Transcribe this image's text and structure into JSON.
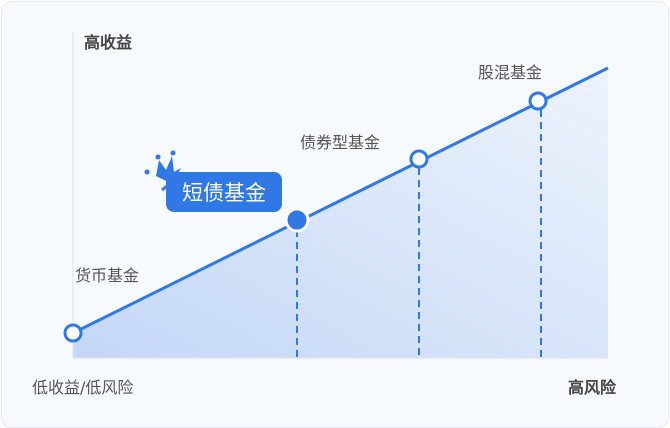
{
  "axis": {
    "y_top_label": "高收益",
    "x_left_label": "低收益/低风险",
    "x_right_label": "高风险"
  },
  "points": [
    {
      "label": "货币基金",
      "highlighted": false
    },
    {
      "label": "短债基金",
      "highlighted": true,
      "badge_icon": "crown-icon"
    },
    {
      "label": "债券型基金",
      "highlighted": false
    },
    {
      "label": "股混基金",
      "highlighted": false
    }
  ],
  "colors": {
    "accent": "#2f78e6",
    "background": "#f6f9fd",
    "text": "#555555"
  }
}
